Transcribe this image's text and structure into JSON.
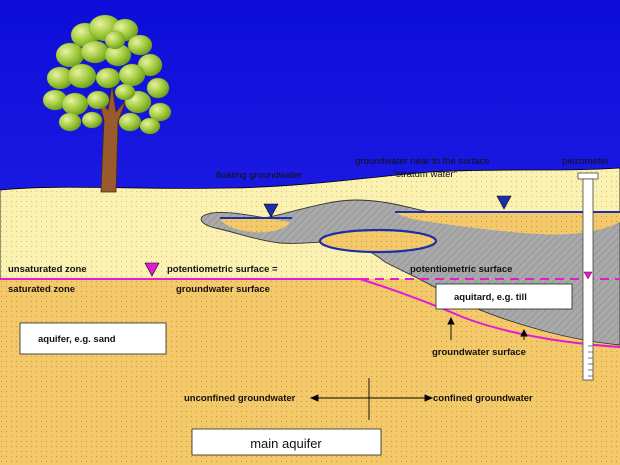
{
  "labels": {
    "floating_groundwater": "floating groundwater",
    "near_surface_line1": "groundwater near to the surface",
    "near_surface_line2": "“stratum water“",
    "piezometer": "piezometer",
    "unsaturated_zone": "unsaturated zone",
    "saturated_zone": "saturated zone",
    "potentiometric_left_line1": "potentiometric surface =",
    "potentiometric_left_line2": "groundwater surface",
    "potentiometric_right": "potentiometric surface",
    "aquitard": "aquitard, e.g. till",
    "aquifer": "aquifer, e.g. sand",
    "groundwater_surface": "groundwater surface",
    "unconfined": "unconfined groundwater",
    "confined": "confined groundwater",
    "main_aquifer": "main aquifer"
  },
  "colors": {
    "sky": "#1414e6",
    "unsaturated": "#fbf2b2",
    "saturated": "#f4c96a",
    "aquitard": "#a7a7a7",
    "potentiometric": "#e21bd6",
    "water_table": "#1c2fa8",
    "tree_trunk": "#9a5a2e",
    "tree_leaf": "#9ec83a",
    "main_aquifer_text": "#e21bd6"
  },
  "icons": [
    "water-level-marker-icon",
    "potentiometric-marker-icon",
    "tree-icon",
    "piezometer-icon"
  ]
}
